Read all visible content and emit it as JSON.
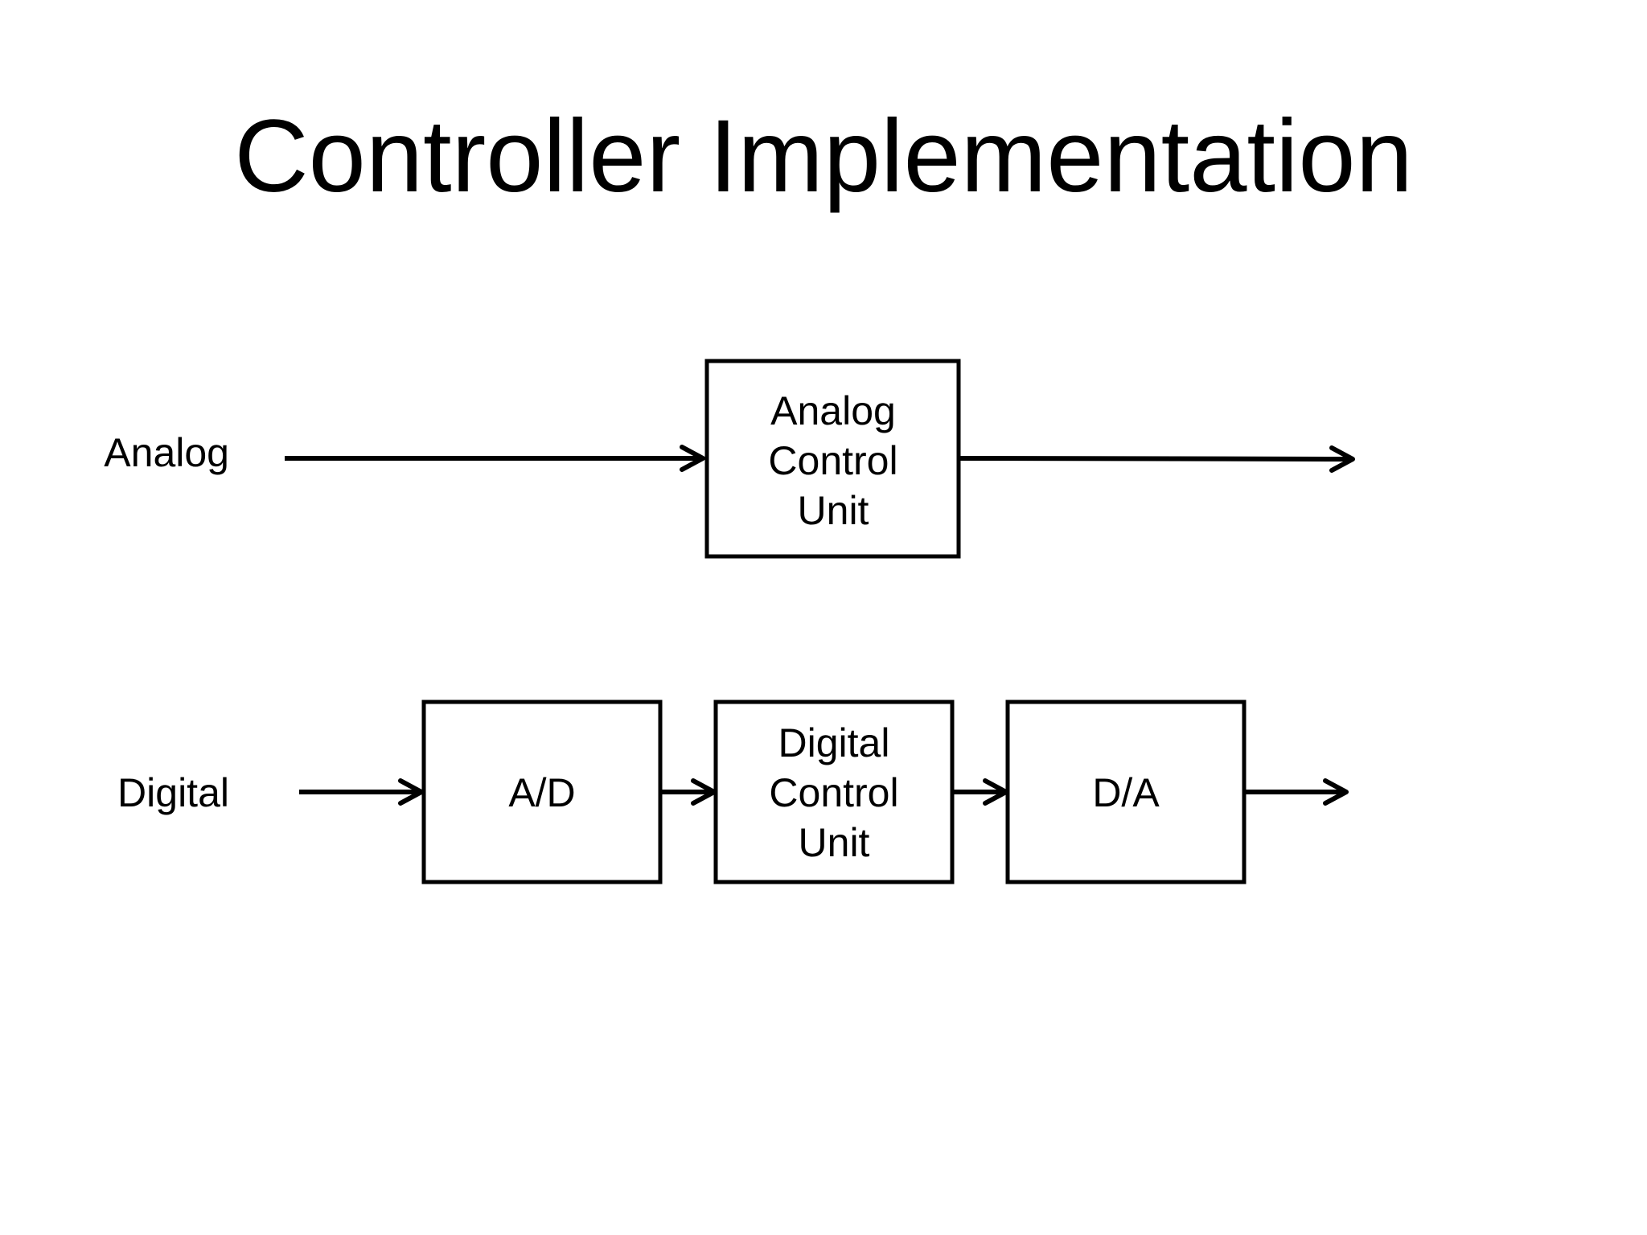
{
  "slide": {
    "title": "Controller Implementation"
  },
  "analog_row": {
    "label": "Analog",
    "block": [
      "Analog",
      "Control",
      "Unit"
    ]
  },
  "digital_row": {
    "label": "Digital",
    "ad_block": "A/D",
    "control_block": [
      "Digital",
      "Control",
      "Unit"
    ],
    "da_block": "D/A"
  }
}
